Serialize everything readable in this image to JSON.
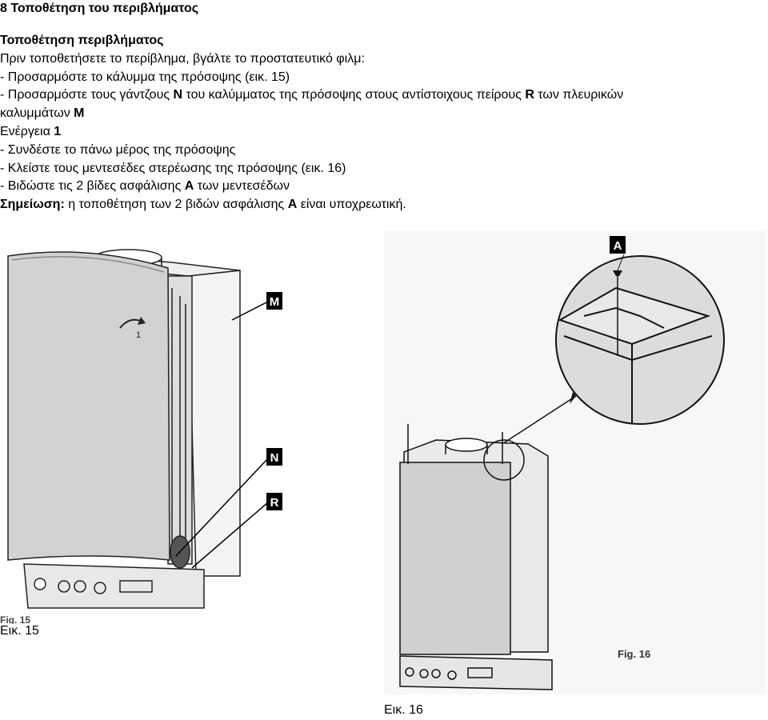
{
  "section_title": "8 Τοποθέτηση του περιβλήματος",
  "subsection_title": "Τοποθέτηση περιβλήματος",
  "intro": "Πριν τοποθετήσετε το περίβλημα, βγάλτε το προστατευτικό φιλμ:",
  "step1": "- Προσαρμόστε το κάλυμμα της πρόσοψης (εικ. 15)",
  "step2": {
    "pre": "- Προσαρμόστε τους γάντζους ",
    "n": "N",
    "mid": " του καλύμματος της πρόσοψης στους αντίστοιχους πείρους ",
    "r": "R",
    "post": " των πλευρικών"
  },
  "step2_cont": {
    "pre": "καλυμμάτων ",
    "m": "M"
  },
  "action": {
    "pre": "Ενέργεια ",
    "num": "1"
  },
  "step3": "- Συνδέστε το πάνω μέρος της πρόσοψης",
  "step4": "- Κλείστε τους μεντεσέδες στερέωσης της πρόσοψης (εικ. 16)",
  "step5": {
    "pre": "- Βιδώστε τις 2 βίδες ασφάλισης ",
    "a": "A",
    "post": " των μεντεσέδων"
  },
  "note": {
    "label": "Σημείωση:",
    "pre": " η τοποθέτηση των 2 βιδών ασφάλισης ",
    "a": "A",
    "post": " είναι υποχρεωτική."
  },
  "figure15": {
    "labels": {
      "m": "M",
      "n": "N",
      "r": "R",
      "action": "1"
    },
    "inner_caption": "Fig. 15",
    "caption": "Εικ. 15"
  },
  "figure16": {
    "labels": {
      "a": "A"
    },
    "inner_caption": "Fig. 16",
    "caption": "Εικ. 16"
  }
}
